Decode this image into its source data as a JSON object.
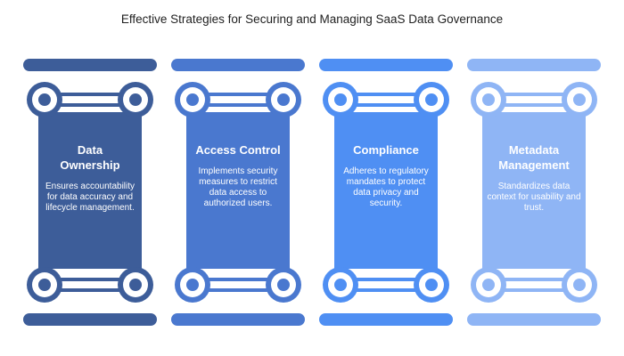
{
  "title": "Effective Strategies for Securing and Managing SaaS Data Governance",
  "pillars": [
    {
      "title_line1": "Data",
      "title_line2": "Ownership",
      "desc": "Ensures accountability for data accuracy and lifecycle management.",
      "color": "#3d5d99",
      "body_color": "#3d5d99",
      "ring_color": "#3d5d99"
    },
    {
      "title_line1": "Access Control",
      "title_line2": "",
      "desc": "Implements security measures to restrict data access to authorized users.",
      "color": "#4a78cf",
      "body_color": "#4a78cf",
      "ring_color": "#4a78cf"
    },
    {
      "title_line1": "Compliance",
      "title_line2": "",
      "desc": "Adheres to regulatory mandates to protect data privacy and security.",
      "color": "#4f8ff3",
      "body_color": "#4f8ff3",
      "ring_color": "#4f8ff3"
    },
    {
      "title_line1": "Metadata",
      "title_line2": "Management",
      "desc": "Standardizes data context for usability and trust.",
      "color": "#8fb5f5",
      "body_color": "#8fb5f5",
      "ring_color": "#8fb5f5"
    }
  ]
}
